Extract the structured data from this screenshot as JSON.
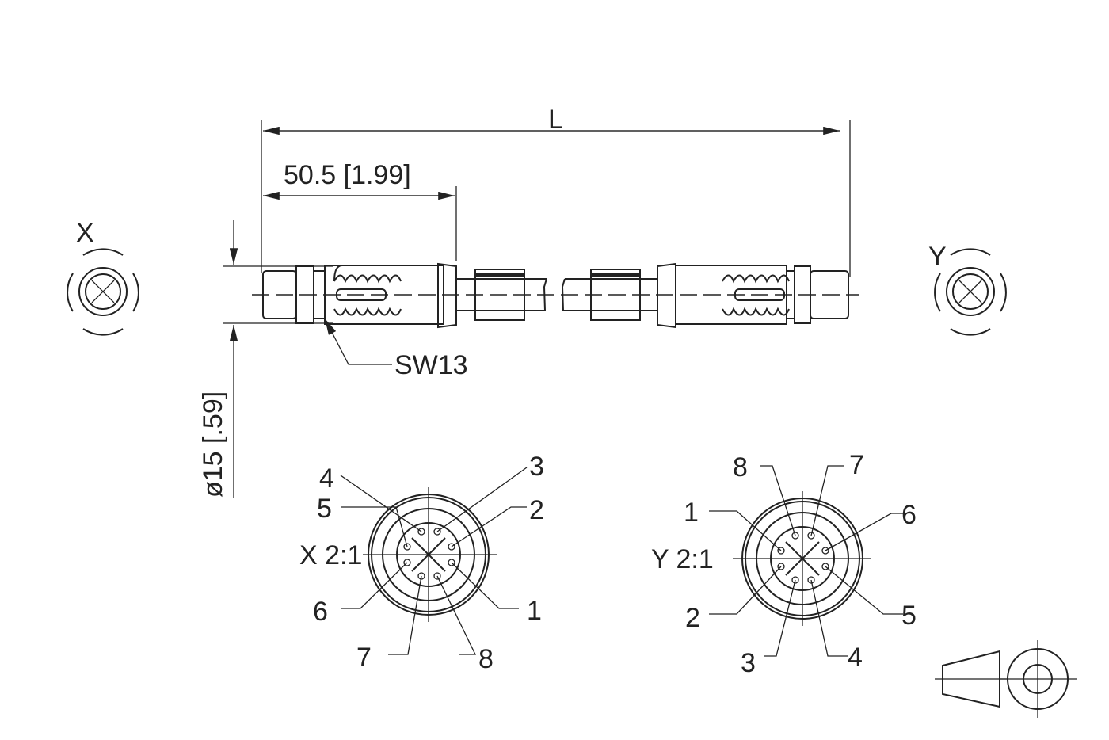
{
  "dimensions": {
    "overall_length": "L",
    "connector_length": "50.5 [1.99]",
    "diameter": "ø15 [.59]",
    "wrench_size": "SW13"
  },
  "views": {
    "x_label": "X",
    "y_label": "Y",
    "x_detail_label": "X 2:1",
    "y_detail_label": "Y 2:1"
  },
  "x_pins": [
    "1",
    "2",
    "3",
    "4",
    "5",
    "6",
    "7",
    "8"
  ],
  "y_pins": [
    "1",
    "2",
    "3",
    "4",
    "5",
    "6",
    "7",
    "8"
  ]
}
